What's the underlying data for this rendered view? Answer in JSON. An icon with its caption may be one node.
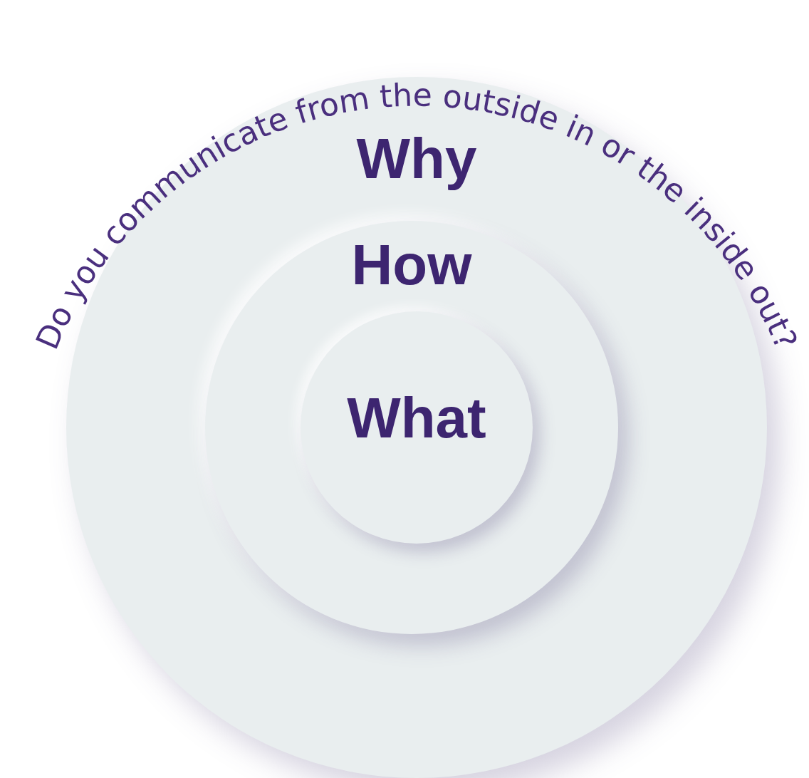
{
  "diagram": {
    "title": "Do you communicate from the outside in or the inside out?",
    "nodes": [
      {
        "text": [
          "Why"
        ]
      },
      {
        "text": [
          "How"
        ],
        "in": 0
      },
      {
        "text": [
          "What"
        ],
        "in": 1
      }
    ]
  }
}
